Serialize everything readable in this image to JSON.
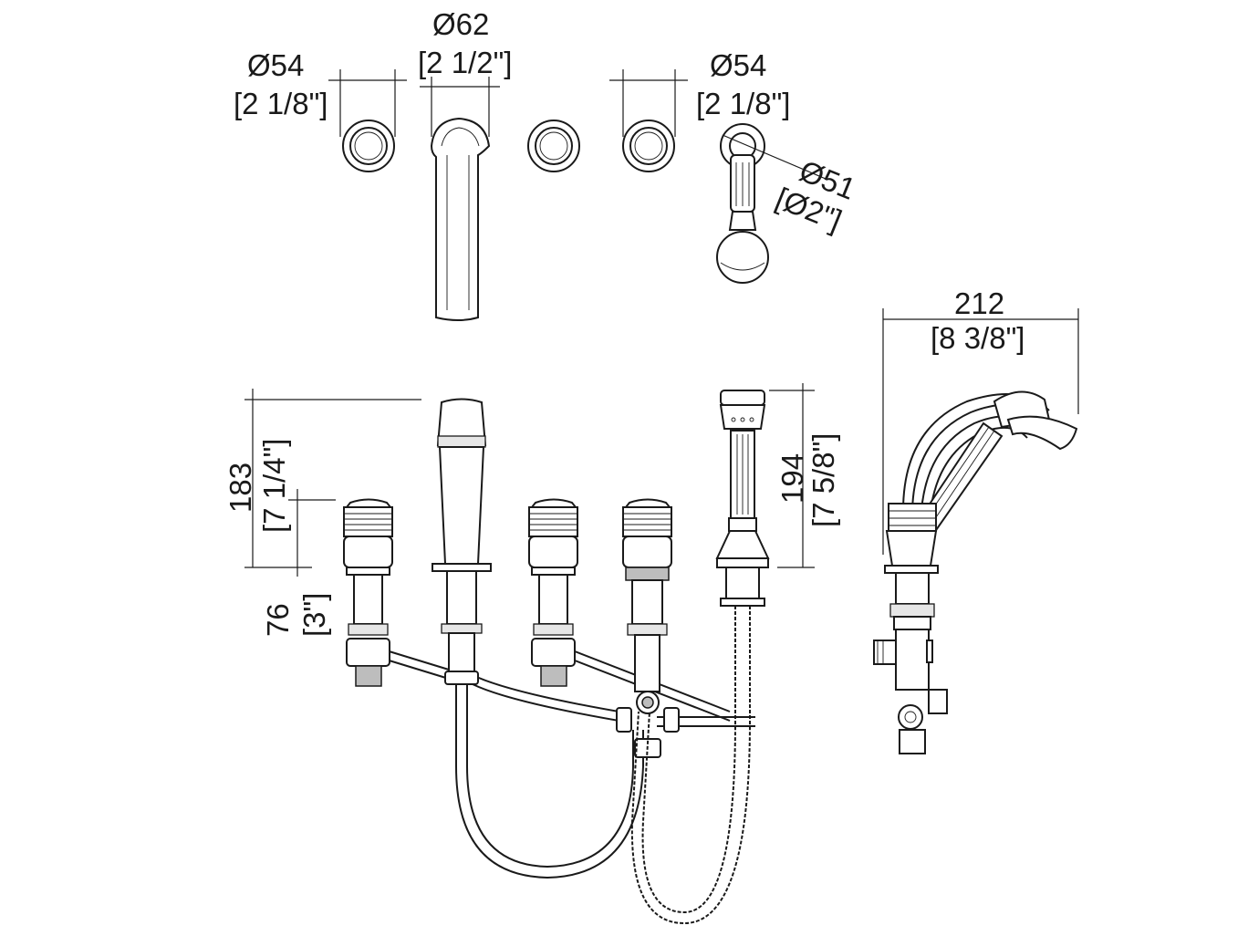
{
  "dimensions": {
    "left_handle_diameter": {
      "mm": "Ø54",
      "inch": "[2 1/8\"]"
    },
    "spout_diameter": {
      "mm": "Ø62",
      "inch": "[2 1/2\"]"
    },
    "right_handle_diameter": {
      "mm": "Ø54",
      "inch": "[2 1/8\"]"
    },
    "handshower_diameter": {
      "mm": "Ø51",
      "inch": "[Ø2\"]"
    },
    "spout_height": {
      "mm": "183",
      "inch": "[7 1/4\"]"
    },
    "valve_height": {
      "mm": "76",
      "inch": "[3\"]"
    },
    "handshower_height": {
      "mm": "194",
      "inch": "[7 5/8\"]"
    },
    "side_depth": {
      "mm": "212",
      "inch": "[8 3/8\"]"
    }
  }
}
